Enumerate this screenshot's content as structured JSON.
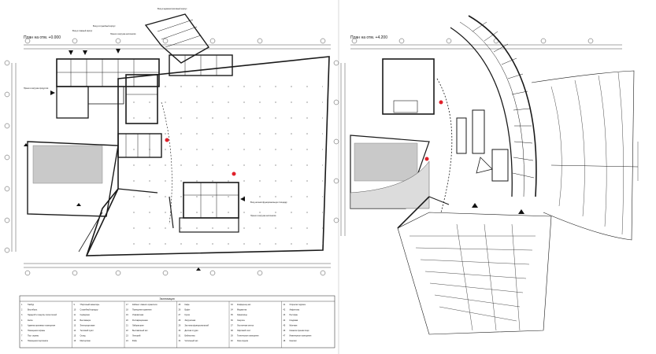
{
  "left_plan": {
    "title": "План на отм. +0.000",
    "callouts": {
      "entrance_admin": "Вход в административный корпус",
      "entrance_main": "Вход в главный корпус",
      "entrance_staff": "Вход в служебный корпус",
      "delivery_top": "Прием и загрузка экспонатов",
      "delivery_food": "Прием и загрузка продуктов",
      "entrance_multiuse": "Вход на многофункциональную площадку",
      "delivery_bottom": "Прием и загрузка экспонатов"
    }
  },
  "right_plan": {
    "title": "План на отм. +4.200"
  },
  "legend": {
    "title": "Экспликация",
    "items": [
      "Тамбур",
      "Вестибюль",
      "Гардероб и санузлы посетителей",
      "Касса",
      "Административные помещения",
      "Помещения охраны",
      "Пост охраны",
      "Помещения персонала",
      "Уборочный инвентарь",
      "Служебный коридор",
      "Серверная",
      "Венткамера",
      "Электрощитовая",
      "Тепловой пункт",
      "Склад",
      "Мастерская",
      "Кабинет главного хранителя",
      "Помещения хранения",
      "Упаковочная",
      "Реставрационная",
      "Лаборатория",
      "Выставочный зал",
      "Лекторий",
      "Фойе",
      "Кафе",
      "Буфет",
      "Кухня",
      "Загрузочная",
      "Зал многофункциональный",
      "Детская студия",
      "Библиотека",
      "Читальный зал",
      "Конференц-зал",
      "Медиатека",
      "Хранилище",
      "Санузлы",
      "Лестничная клетка",
      "Лифтовой холл",
      "Технические помещения",
      "Зона отдыха",
      "Открытая терраса",
      "Амфитеатр",
      "Ресторан",
      "Кладовая",
      "Моечная",
      "Комната приема пищи",
      "Инженерные помещения",
      "Кинозал"
    ]
  },
  "colors": {
    "line": "#1a1a1a",
    "hatch_fill": "#c9c9c9",
    "marker_red": "#e0202a",
    "divider": "#d8d8d8"
  }
}
